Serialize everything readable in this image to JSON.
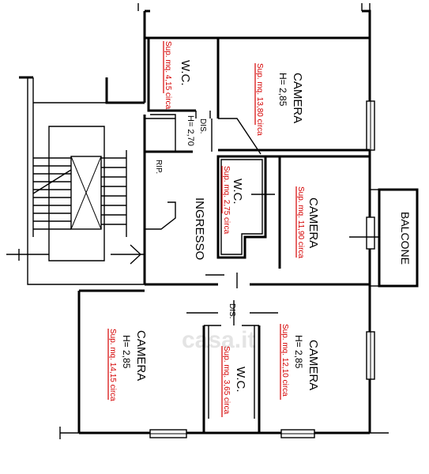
{
  "rooms": {
    "wc_top": {
      "name": "W.C.",
      "area": "Sup. mq. 4,15 circa"
    },
    "camera_top": {
      "name": "CAMERA",
      "height": "H= 2,85",
      "area": "Sup. mq. 13,80 circa"
    },
    "dis_top": {
      "name": "DIS.",
      "height": "H= 2,70"
    },
    "rip": {
      "name": "RIP."
    },
    "wc_mid": {
      "name": "W.C.",
      "area": "Sup. mq. 2,75 circa"
    },
    "camera_mid": {
      "name": "CAMERA",
      "area": "Sup. mq. 11,90 circa"
    },
    "ingresso": {
      "name": "INGRESSO"
    },
    "balcone": {
      "name": "BALCONE"
    },
    "dis_bottom": {
      "name": "DIS."
    },
    "camera_left": {
      "name": "CAMERA",
      "height": "H= 2,85",
      "area": "Sup. mq. 14,15 circa"
    },
    "wc_bottom": {
      "name": "W.C.",
      "area": "Sup. mq. 3,65 circa"
    },
    "camera_right": {
      "name": "CAMERA",
      "height": "H= 2,85",
      "area": "Sup. mq. 12,10 circa"
    }
  },
  "watermark": "casa.it"
}
